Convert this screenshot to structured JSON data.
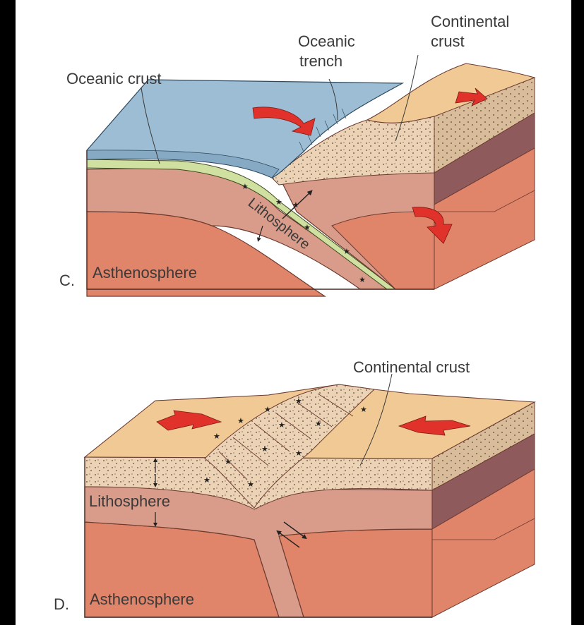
{
  "panel_c": {
    "letter": "C.",
    "label_oceanic_crust": "Oceanic crust",
    "label_oceanic_trench_line1": "Oceanic",
    "label_oceanic_trench_line2": "trench",
    "label_continental_crust_line1": "Continental",
    "label_continental_crust_line2": "crust",
    "label_lithosphere": "Lithosphere",
    "label_asthenosphere": "Asthenosphere"
  },
  "panel_d": {
    "letter": "D.",
    "label_continental_crust": "Continental crust",
    "label_lithosphere": "Lithosphere",
    "label_asthenosphere": "Asthenosphere"
  },
  "colors": {
    "ocean": "#9cbdd3",
    "ocean_side": "#86aac3",
    "oceanic_crust_green": "#cfe0a0",
    "continent_top": "#f0c994",
    "dotted_crust": "#ecd3b6",
    "lithosphere": "#d99c8a",
    "lithosphere_dark": "#8e5a5c",
    "asthenosphere": "#e0846a",
    "arrow_red": "#e0322a"
  }
}
